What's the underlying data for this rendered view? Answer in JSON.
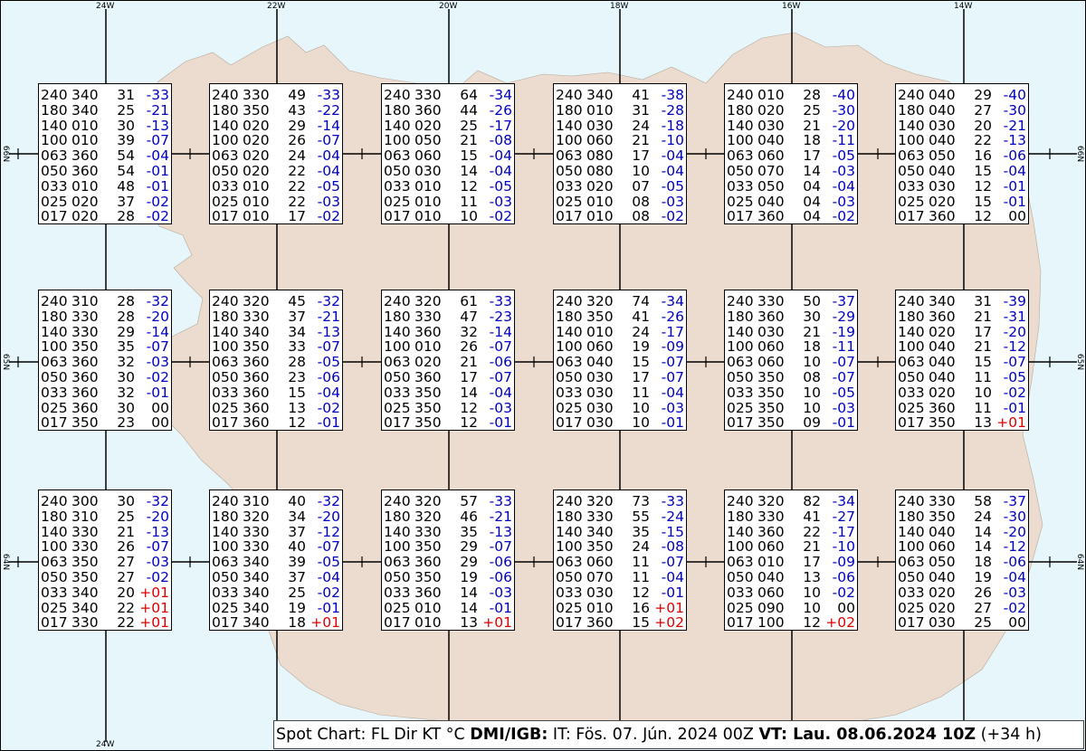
{
  "longitudes": [
    "24W",
    "22W",
    "20W",
    "18W",
    "16W",
    "14W"
  ],
  "latitudes": [
    "66N",
    "65N",
    "64N"
  ],
  "footer": {
    "part1": "Spot Chart: FL Dir KT °C ",
    "agency": "DMI/IGB:",
    "part2": " IT: Fös. 07. Jún. 2024 00Z ",
    "vt": "VT: Lau. 08.06.2024 10Z",
    "part3": " (+34 h)"
  },
  "colors": {
    "sea": "#e6f6fb",
    "land": "#ecdcd0",
    "negative": "#0000c0",
    "positive": "#e00000"
  },
  "boxes": [
    {
      "rows": [
        [
          "240",
          "340",
          "31",
          "-33"
        ],
        [
          "180",
          "340",
          "25",
          "-21"
        ],
        [
          "140",
          "010",
          "30",
          "-13"
        ],
        [
          "100",
          "010",
          "39",
          "-07"
        ],
        [
          "063",
          "360",
          "54",
          "-04"
        ],
        [
          "050",
          "360",
          "54",
          "-01"
        ],
        [
          "033",
          "010",
          "48",
          "-01"
        ],
        [
          "025",
          "020",
          "37",
          "-02"
        ],
        [
          "017",
          "020",
          "28",
          "-02"
        ]
      ]
    },
    {
      "rows": [
        [
          "240",
          "330",
          "49",
          "-33"
        ],
        [
          "180",
          "350",
          "43",
          "-22"
        ],
        [
          "140",
          "020",
          "29",
          "-14"
        ],
        [
          "100",
          "020",
          "26",
          "-07"
        ],
        [
          "063",
          "020",
          "24",
          "-04"
        ],
        [
          "050",
          "020",
          "22",
          "-04"
        ],
        [
          "033",
          "010",
          "22",
          "-05"
        ],
        [
          "025",
          "010",
          "22",
          "-03"
        ],
        [
          "017",
          "010",
          "17",
          "-02"
        ]
      ]
    },
    {
      "rows": [
        [
          "240",
          "330",
          "64",
          "-34"
        ],
        [
          "180",
          "360",
          "44",
          "-26"
        ],
        [
          "140",
          "020",
          "25",
          "-17"
        ],
        [
          "100",
          "050",
          "21",
          "-08"
        ],
        [
          "063",
          "060",
          "15",
          "-04"
        ],
        [
          "050",
          "030",
          "14",
          "-04"
        ],
        [
          "033",
          "010",
          "12",
          "-05"
        ],
        [
          "025",
          "010",
          "11",
          "-03"
        ],
        [
          "017",
          "010",
          "10",
          "-02"
        ]
      ]
    },
    {
      "rows": [
        [
          "240",
          "340",
          "41",
          "-38"
        ],
        [
          "180",
          "010",
          "31",
          "-28"
        ],
        [
          "140",
          "030",
          "24",
          "-18"
        ],
        [
          "100",
          "060",
          "21",
          "-10"
        ],
        [
          "063",
          "080",
          "17",
          "-04"
        ],
        [
          "050",
          "080",
          "10",
          "-04"
        ],
        [
          "033",
          "020",
          "07",
          "-05"
        ],
        [
          "025",
          "010",
          "08",
          "-03"
        ],
        [
          "017",
          "010",
          "08",
          "-02"
        ]
      ]
    },
    {
      "rows": [
        [
          "240",
          "010",
          "28",
          "-40"
        ],
        [
          "180",
          "020",
          "25",
          "-30"
        ],
        [
          "140",
          "030",
          "21",
          "-20"
        ],
        [
          "100",
          "040",
          "18",
          "-11"
        ],
        [
          "063",
          "060",
          "17",
          "-05"
        ],
        [
          "050",
          "070",
          "14",
          "-03"
        ],
        [
          "033",
          "050",
          "04",
          "-04"
        ],
        [
          "025",
          "040",
          "04",
          "-03"
        ],
        [
          "017",
          "360",
          "04",
          "-02"
        ]
      ]
    },
    {
      "rows": [
        [
          "240",
          "040",
          "29",
          "-40"
        ],
        [
          "180",
          "040",
          "27",
          "-30"
        ],
        [
          "140",
          "030",
          "20",
          "-21"
        ],
        [
          "100",
          "040",
          "22",
          "-13"
        ],
        [
          "063",
          "050",
          "16",
          "-06"
        ],
        [
          "050",
          "040",
          "15",
          "-04"
        ],
        [
          "033",
          "030",
          "12",
          "-01"
        ],
        [
          "025",
          "020",
          "15",
          "-01"
        ],
        [
          "017",
          "360",
          "12",
          "00"
        ]
      ]
    },
    {
      "rows": [
        [
          "240",
          "310",
          "28",
          "-32"
        ],
        [
          "180",
          "330",
          "28",
          "-20"
        ],
        [
          "140",
          "330",
          "29",
          "-14"
        ],
        [
          "100",
          "350",
          "35",
          "-07"
        ],
        [
          "063",
          "360",
          "32",
          "-03"
        ],
        [
          "050",
          "360",
          "30",
          "-02"
        ],
        [
          "033",
          "360",
          "32",
          "-01"
        ],
        [
          "025",
          "360",
          "30",
          "00"
        ],
        [
          "017",
          "350",
          "23",
          "00"
        ]
      ]
    },
    {
      "rows": [
        [
          "240",
          "320",
          "45",
          "-32"
        ],
        [
          "180",
          "330",
          "37",
          "-21"
        ],
        [
          "140",
          "340",
          "34",
          "-13"
        ],
        [
          "100",
          "350",
          "33",
          "-07"
        ],
        [
          "063",
          "360",
          "28",
          "-05"
        ],
        [
          "050",
          "360",
          "23",
          "-06"
        ],
        [
          "033",
          "360",
          "15",
          "-04"
        ],
        [
          "025",
          "360",
          "13",
          "-02"
        ],
        [
          "017",
          "360",
          "12",
          "-01"
        ]
      ]
    },
    {
      "rows": [
        [
          "240",
          "320",
          "61",
          "-33"
        ],
        [
          "180",
          "330",
          "47",
          "-23"
        ],
        [
          "140",
          "360",
          "32",
          "-14"
        ],
        [
          "100",
          "010",
          "26",
          "-07"
        ],
        [
          "063",
          "020",
          "21",
          "-06"
        ],
        [
          "050",
          "360",
          "17",
          "-07"
        ],
        [
          "033",
          "350",
          "14",
          "-04"
        ],
        [
          "025",
          "350",
          "12",
          "-03"
        ],
        [
          "017",
          "350",
          "12",
          "-01"
        ]
      ]
    },
    {
      "rows": [
        [
          "240",
          "320",
          "74",
          "-34"
        ],
        [
          "180",
          "350",
          "41",
          "-26"
        ],
        [
          "140",
          "010",
          "24",
          "-17"
        ],
        [
          "100",
          "060",
          "19",
          "-09"
        ],
        [
          "063",
          "040",
          "15",
          "-07"
        ],
        [
          "050",
          "030",
          "17",
          "-07"
        ],
        [
          "033",
          "030",
          "11",
          "-04"
        ],
        [
          "025",
          "030",
          "10",
          "-03"
        ],
        [
          "017",
          "030",
          "10",
          "-01"
        ]
      ]
    },
    {
      "rows": [
        [
          "240",
          "330",
          "50",
          "-37"
        ],
        [
          "180",
          "360",
          "30",
          "-29"
        ],
        [
          "140",
          "030",
          "21",
          "-19"
        ],
        [
          "100",
          "060",
          "18",
          "-11"
        ],
        [
          "063",
          "060",
          "10",
          "-07"
        ],
        [
          "050",
          "350",
          "08",
          "-07"
        ],
        [
          "033",
          "350",
          "10",
          "-05"
        ],
        [
          "025",
          "350",
          "10",
          "-03"
        ],
        [
          "017",
          "350",
          "09",
          "-01"
        ]
      ]
    },
    {
      "rows": [
        [
          "240",
          "340",
          "31",
          "-39"
        ],
        [
          "180",
          "360",
          "21",
          "-31"
        ],
        [
          "140",
          "020",
          "17",
          "-20"
        ],
        [
          "100",
          "040",
          "21",
          "-12"
        ],
        [
          "063",
          "040",
          "15",
          "-07"
        ],
        [
          "050",
          "040",
          "11",
          "-05"
        ],
        [
          "033",
          "020",
          "10",
          "-02"
        ],
        [
          "025",
          "360",
          "11",
          "-01"
        ],
        [
          "017",
          "350",
          "13",
          "+01"
        ]
      ]
    },
    {
      "rows": [
        [
          "240",
          "300",
          "30",
          "-32"
        ],
        [
          "180",
          "310",
          "25",
          "-20"
        ],
        [
          "140",
          "330",
          "21",
          "-13"
        ],
        [
          "100",
          "330",
          "26",
          "-07"
        ],
        [
          "063",
          "350",
          "27",
          "-03"
        ],
        [
          "050",
          "350",
          "27",
          "-02"
        ],
        [
          "033",
          "340",
          "20",
          "+01"
        ],
        [
          "025",
          "340",
          "22",
          "+01"
        ],
        [
          "017",
          "330",
          "22",
          "+01"
        ]
      ]
    },
    {
      "rows": [
        [
          "240",
          "310",
          "40",
          "-32"
        ],
        [
          "180",
          "320",
          "34",
          "-20"
        ],
        [
          "140",
          "330",
          "37",
          "-12"
        ],
        [
          "100",
          "330",
          "40",
          "-07"
        ],
        [
          "063",
          "340",
          "39",
          "-05"
        ],
        [
          "050",
          "340",
          "37",
          "-04"
        ],
        [
          "033",
          "340",
          "25",
          "-02"
        ],
        [
          "025",
          "340",
          "19",
          "-01"
        ],
        [
          "017",
          "340",
          "18",
          "+01"
        ]
      ]
    },
    {
      "rows": [
        [
          "240",
          "320",
          "57",
          "-33"
        ],
        [
          "180",
          "320",
          "46",
          "-21"
        ],
        [
          "140",
          "330",
          "35",
          "-13"
        ],
        [
          "100",
          "350",
          "29",
          "-07"
        ],
        [
          "063",
          "360",
          "29",
          "-06"
        ],
        [
          "050",
          "350",
          "19",
          "-06"
        ],
        [
          "033",
          "360",
          "14",
          "-03"
        ],
        [
          "025",
          "010",
          "14",
          "-01"
        ],
        [
          "017",
          "010",
          "13",
          "+01"
        ]
      ]
    },
    {
      "rows": [
        [
          "240",
          "320",
          "73",
          "-33"
        ],
        [
          "180",
          "330",
          "55",
          "-24"
        ],
        [
          "140",
          "340",
          "35",
          "-15"
        ],
        [
          "100",
          "350",
          "24",
          "-08"
        ],
        [
          "063",
          "060",
          "11",
          "-07"
        ],
        [
          "050",
          "070",
          "11",
          "-04"
        ],
        [
          "033",
          "030",
          "12",
          "-01"
        ],
        [
          "025",
          "010",
          "16",
          "+01"
        ],
        [
          "017",
          "360",
          "15",
          "+02"
        ]
      ]
    },
    {
      "rows": [
        [
          "240",
          "320",
          "82",
          "-34"
        ],
        [
          "180",
          "330",
          "41",
          "-27"
        ],
        [
          "140",
          "360",
          "22",
          "-17"
        ],
        [
          "100",
          "060",
          "21",
          "-10"
        ],
        [
          "063",
          "010",
          "17",
          "-09"
        ],
        [
          "050",
          "040",
          "13",
          "-06"
        ],
        [
          "033",
          "060",
          "10",
          "-02"
        ],
        [
          "025",
          "090",
          "10",
          "00"
        ],
        [
          "017",
          "100",
          "12",
          "+02"
        ]
      ]
    },
    {
      "rows": [
        [
          "240",
          "330",
          "58",
          "-37"
        ],
        [
          "180",
          "350",
          "24",
          "-30"
        ],
        [
          "140",
          "040",
          "14",
          "-20"
        ],
        [
          "100",
          "060",
          "14",
          "-12"
        ],
        [
          "063",
          "050",
          "18",
          "-06"
        ],
        [
          "050",
          "040",
          "19",
          "-04"
        ],
        [
          "033",
          "020",
          "26",
          "-03"
        ],
        [
          "025",
          "020",
          "27",
          "-02"
        ],
        [
          "017",
          "030",
          "25",
          "00"
        ]
      ]
    }
  ]
}
